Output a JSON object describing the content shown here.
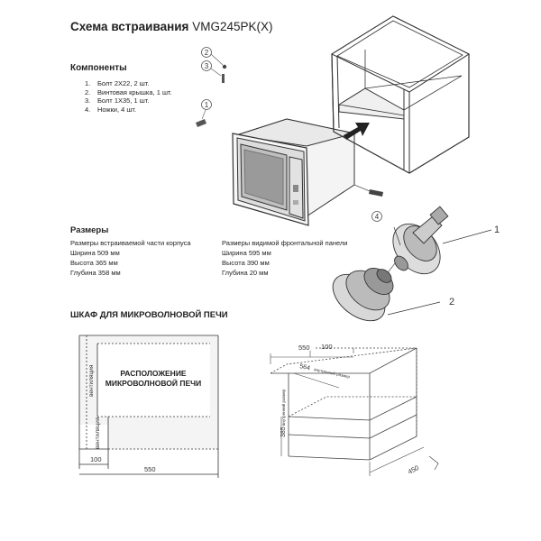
{
  "header": {
    "title": "Схема встраивания",
    "model": "VMG245PK(X)"
  },
  "components": {
    "heading": "Компоненты",
    "items": [
      {
        "num": "1.",
        "text": "Болт 2Х22, 2 шт."
      },
      {
        "num": "2.",
        "text": "Винтовая крышка, 1 шт."
      },
      {
        "num": "3.",
        "text": "Болт 1Х35, 1 шт."
      },
      {
        "num": "4.",
        "text": "Ножки, 4 шт."
      }
    ]
  },
  "sizes": {
    "heading": "Размеры",
    "left": {
      "title": "Размеры встраиваемой части корпуса",
      "lines": [
        "Ширина 509 мм",
        "Высота 365 мм",
        "Глубина 358 мм"
      ]
    },
    "right": {
      "title": "Размеры видимой фронтальной панели",
      "lines": [
        "Ширина 595 мм",
        "Высота 390 мм",
        "Глубина 20 мм"
      ]
    }
  },
  "cabinet": {
    "heading": "ШКАФ ДЛЯ МИКРОВОЛНОВОЙ ПЕЧИ",
    "placement_line1": "РАСПОЛОЖЕНИЕ",
    "placement_line2": "МИКРОВОЛНОВОЙ ПЕЧИ",
    "vent_top": "вентиляция",
    "vent_bottom": "вентиляция",
    "dim_100": "100",
    "dim_550": "550"
  },
  "iso": {
    "dim_550": "550",
    "dim_100": "100",
    "dim_564": "564",
    "inner_label": "внутренний размер",
    "dim_385": "385",
    "inner_label2": "внутренний размер",
    "dim_450": "450"
  },
  "callouts": {
    "c1": "1",
    "c2": "2",
    "c3": "3",
    "c4": "4",
    "foot1": "1",
    "foot2": "2"
  }
}
